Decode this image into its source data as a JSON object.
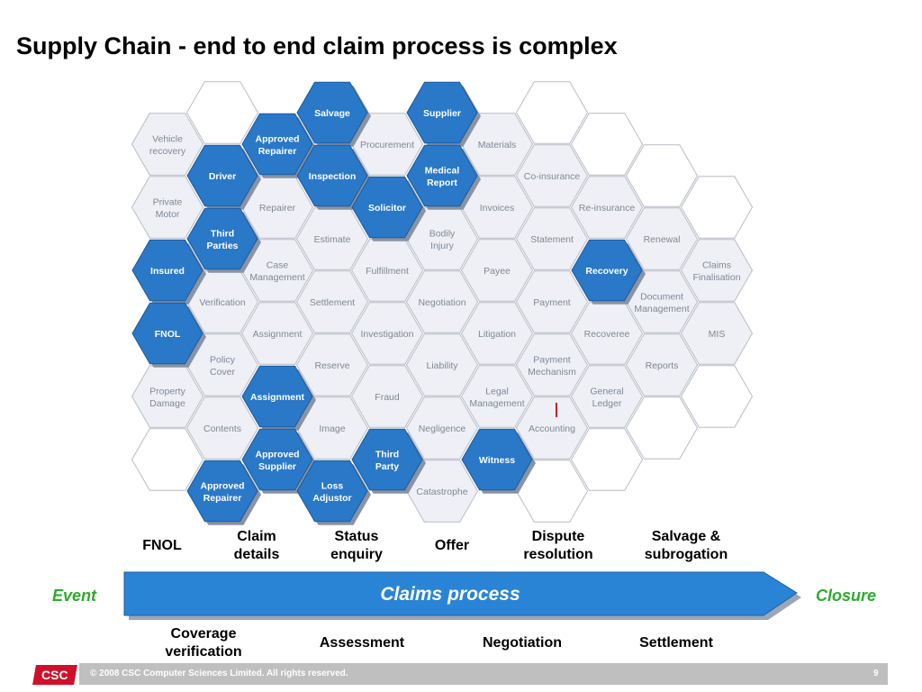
{
  "title": "Supply Chain - end to end claim process is complex",
  "colors": {
    "highlight_fill": "#2a78c8",
    "cell_fill": "#eef0f6",
    "cell_stroke": "#b7bcc8",
    "event_green": "#2dab2d",
    "arrow_blue": "#2a84d6",
    "logo_red": "#d0102a"
  },
  "hex_cells": [
    {
      "col": 1,
      "row": 1,
      "text": "Vehicle\nrecovery",
      "highlight": false
    },
    {
      "col": 1,
      "row": 3,
      "text": "Private\nMotor",
      "highlight": false
    },
    {
      "col": 1,
      "row": 5,
      "text": "Insured",
      "highlight": true
    },
    {
      "col": 1,
      "row": 7,
      "text": "FNOL",
      "highlight": true
    },
    {
      "col": 1,
      "row": 9,
      "text": "Property\nDamage",
      "highlight": false
    },
    {
      "col": 1,
      "row": 11,
      "text": "",
      "highlight": false
    },
    {
      "col": 2,
      "row": 2,
      "text": "Driver",
      "highlight": true
    },
    {
      "col": 2,
      "row": 4,
      "text": "Third\nParties",
      "highlight": true
    },
    {
      "col": 2,
      "row": 6,
      "text": "Verification",
      "highlight": false
    },
    {
      "col": 2,
      "row": 8,
      "text": "Policy\nCover",
      "highlight": false
    },
    {
      "col": 2,
      "row": 10,
      "text": "Contents",
      "highlight": false
    },
    {
      "col": 2,
      "row": 12,
      "text": "Approved\nRepairer",
      "highlight": true
    },
    {
      "col": 2,
      "row": 0,
      "text": "",
      "highlight": false
    },
    {
      "col": 3,
      "row": 1,
      "text": "Approved\nRepairer",
      "highlight": true
    },
    {
      "col": 3,
      "row": 3,
      "text": "Repairer",
      "highlight": false
    },
    {
      "col": 3,
      "row": 5,
      "text": "Case\nManagement",
      "highlight": false
    },
    {
      "col": 3,
      "row": 7,
      "text": "Assignment",
      "highlight": false
    },
    {
      "col": 3,
      "row": 9,
      "text": "Assignment",
      "highlight": true
    },
    {
      "col": 3,
      "row": 11,
      "text": "Approved\nSupplier",
      "highlight": true
    },
    {
      "col": 4,
      "row": 0,
      "text": "Salvage",
      "highlight": true
    },
    {
      "col": 4,
      "row": 2,
      "text": "Inspection",
      "highlight": true
    },
    {
      "col": 4,
      "row": 4,
      "text": "Estimate",
      "highlight": false
    },
    {
      "col": 4,
      "row": 6,
      "text": "Settlement",
      "highlight": false
    },
    {
      "col": 4,
      "row": 8,
      "text": "Reserve",
      "highlight": false
    },
    {
      "col": 4,
      "row": 10,
      "text": "Image",
      "highlight": false
    },
    {
      "col": 4,
      "row": 12,
      "text": "Loss\nAdjustor",
      "highlight": true
    },
    {
      "col": 5,
      "row": 1,
      "text": "Procurement",
      "highlight": false
    },
    {
      "col": 5,
      "row": 3,
      "text": "Solicitor",
      "highlight": true
    },
    {
      "col": 5,
      "row": 5,
      "text": "Fulfillment",
      "highlight": false
    },
    {
      "col": 5,
      "row": 7,
      "text": "Investigation",
      "highlight": false
    },
    {
      "col": 5,
      "row": 9,
      "text": "Fraud",
      "highlight": false
    },
    {
      "col": 5,
      "row": 11,
      "text": "Third\nParty",
      "highlight": true
    },
    {
      "col": 6,
      "row": 0,
      "text": "Supplier",
      "highlight": true
    },
    {
      "col": 6,
      "row": 2,
      "text": "Medical\nReport",
      "highlight": true
    },
    {
      "col": 6,
      "row": 4,
      "text": "Bodily\nInjury",
      "highlight": false
    },
    {
      "col": 6,
      "row": 6,
      "text": "Negotiation",
      "highlight": false
    },
    {
      "col": 6,
      "row": 8,
      "text": "Liability",
      "highlight": false
    },
    {
      "col": 6,
      "row": 10,
      "text": "Negligence",
      "highlight": false
    },
    {
      "col": 6,
      "row": 12,
      "text": "Catastrophe",
      "highlight": false
    },
    {
      "col": 7,
      "row": 1,
      "text": "Materials",
      "highlight": false
    },
    {
      "col": 7,
      "row": 3,
      "text": "Invoices",
      "highlight": false
    },
    {
      "col": 7,
      "row": 5,
      "text": "Payee",
      "highlight": false
    },
    {
      "col": 7,
      "row": 7,
      "text": "Litigation",
      "highlight": false
    },
    {
      "col": 7,
      "row": 9,
      "text": "Legal\nManagement",
      "highlight": false
    },
    {
      "col": 7,
      "row": 11,
      "text": "Witness",
      "highlight": true
    },
    {
      "col": 8,
      "row": 0,
      "text": "",
      "highlight": false
    },
    {
      "col": 8,
      "row": 2,
      "text": "Co-insurance",
      "highlight": false
    },
    {
      "col": 8,
      "row": 4,
      "text": "Statement",
      "highlight": false
    },
    {
      "col": 8,
      "row": 6,
      "text": "Payment",
      "highlight": false
    },
    {
      "col": 8,
      "row": 8,
      "text": "Payment\nMechanism",
      "highlight": false
    },
    {
      "col": 8,
      "row": 10,
      "text": "Accounting",
      "highlight": false
    },
    {
      "col": 8,
      "row": 12,
      "text": "",
      "highlight": false
    },
    {
      "col": 9,
      "row": 1,
      "text": "",
      "highlight": false
    },
    {
      "col": 9,
      "row": 3,
      "text": "Re-insurance",
      "highlight": false
    },
    {
      "col": 9,
      "row": 5,
      "text": "Recovery",
      "highlight": true
    },
    {
      "col": 9,
      "row": 7,
      "text": "Recoveree",
      "highlight": false
    },
    {
      "col": 9,
      "row": 9,
      "text": "General\nLedger",
      "highlight": false
    },
    {
      "col": 9,
      "row": 11,
      "text": "",
      "highlight": false
    },
    {
      "col": 10,
      "row": 2,
      "text": "",
      "highlight": false
    },
    {
      "col": 10,
      "row": 4,
      "text": "Renewal",
      "highlight": false
    },
    {
      "col": 10,
      "row": 6,
      "text": "Document\nManagement",
      "highlight": false
    },
    {
      "col": 10,
      "row": 8,
      "text": "Reports",
      "highlight": false
    },
    {
      "col": 10,
      "row": 10,
      "text": "",
      "highlight": false
    },
    {
      "col": 11,
      "row": 3,
      "text": "",
      "highlight": false
    },
    {
      "col": 11,
      "row": 5,
      "text": "Claims\nFinalisation",
      "highlight": false
    },
    {
      "col": 11,
      "row": 7,
      "text": "MIS",
      "highlight": false
    },
    {
      "col": 11,
      "row": 9,
      "text": "",
      "highlight": false
    }
  ],
  "top_labels": [
    {
      "text": "FNOL"
    },
    {
      "text": "Claim\ndetails"
    },
    {
      "text": "Status\nenquiry"
    },
    {
      "text": "Offer"
    },
    {
      "text": "Dispute\nresolution"
    },
    {
      "text": "Salvage &\nsubrogation"
    }
  ],
  "event_label": "Event",
  "closure_label": "Closure",
  "process_label": "Claims process",
  "bottom_labels": [
    {
      "text": "Coverage\nverification"
    },
    {
      "text": "Assessment"
    },
    {
      "text": "Negotiation"
    },
    {
      "text": "Settlement"
    }
  ],
  "footer": {
    "copyright": "© 2008 CSC Computer Sciences Limited.  All rights reserved.",
    "page_number": "9",
    "logo_text": "CSC"
  }
}
